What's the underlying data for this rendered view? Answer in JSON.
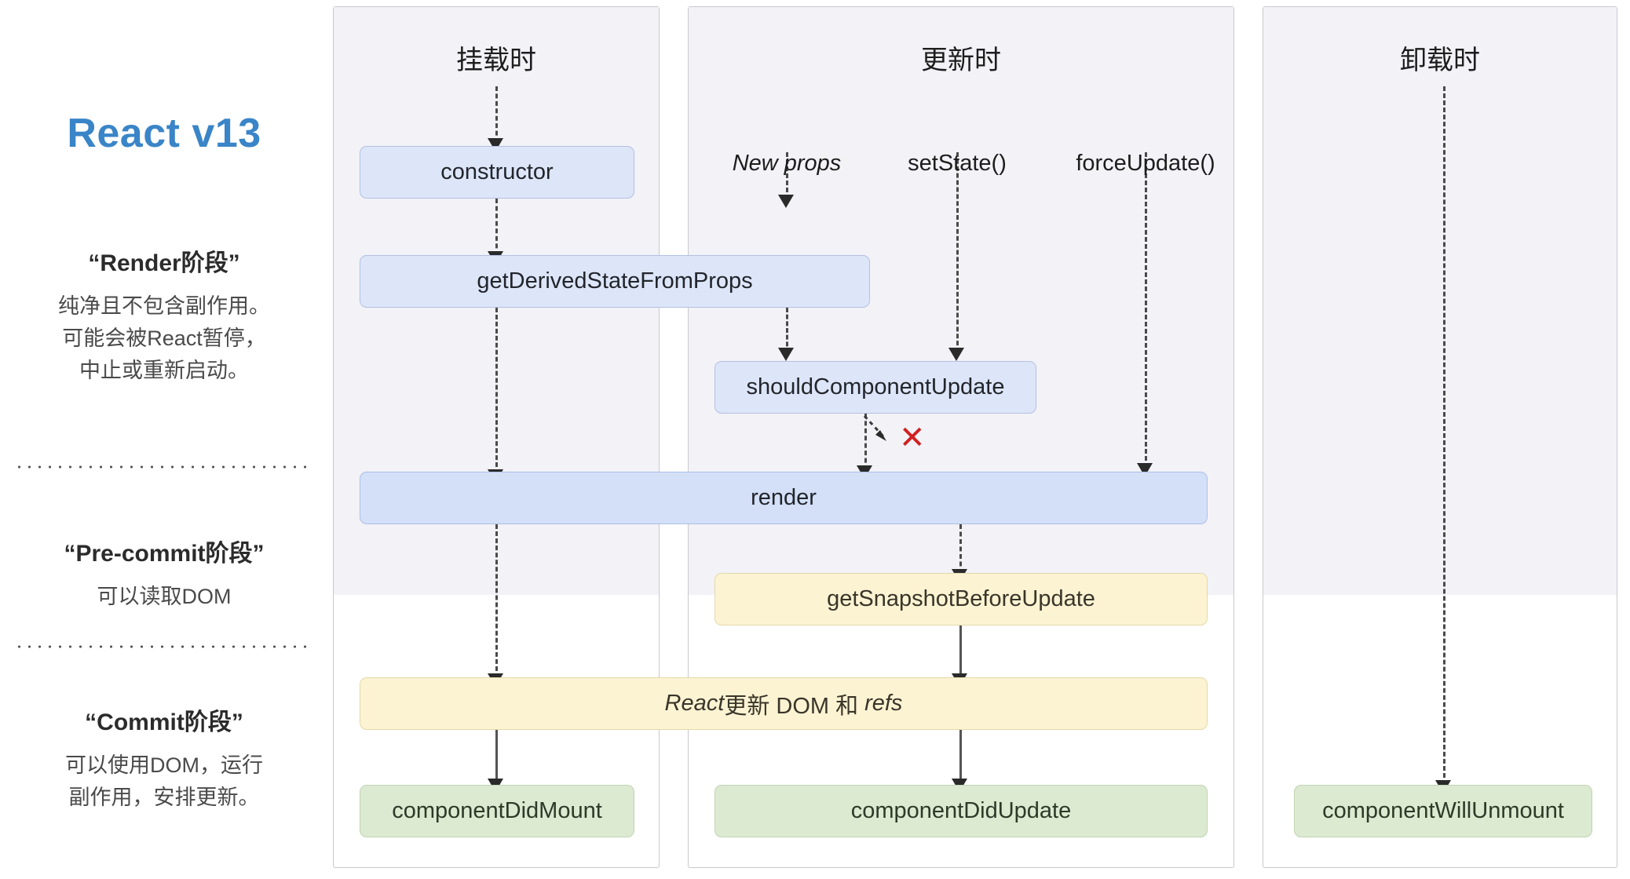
{
  "brand": {
    "title": "React v13",
    "accent": "#3a85c8"
  },
  "legend": {
    "phases": [
      {
        "title": "“Render阶段”",
        "desc": "纯净且不包含副作用。\n可能会被React暂停，\n中止或重新启动。"
      },
      {
        "title": "“Pre-commit阶段”",
        "desc": "可以读取DOM"
      },
      {
        "title": "“Commit阶段”",
        "desc": "可以使用DOM，运行\n副作用，安排更新。"
      }
    ]
  },
  "columns": [
    {
      "header": "挂载时"
    },
    {
      "header": "更新时"
    },
    {
      "header": "卸载时"
    }
  ],
  "triggers": [
    {
      "label": "New props",
      "italic": true
    },
    {
      "label": "setState()",
      "italic": false
    },
    {
      "label": "forceUpdate()",
      "italic": false
    }
  ],
  "nodes": {
    "constructor": "constructor",
    "get_derived_state": "getDerivedStateFromProps",
    "should_component_update": "shouldComponentUpdate",
    "render": "render",
    "get_snapshot": "getSnapshotBeforeUpdate",
    "react_updates_dom_pre": "React",
    "react_updates_dom_mid": "更新 DOM 和",
    "react_updates_dom_post": "refs",
    "component_did_mount": "componentDidMount",
    "component_did_update": "componentDidUpdate",
    "component_will_unmount": "componentWillUnmount"
  },
  "annotations": {
    "abort_marker": "✕"
  },
  "colors": {
    "blue_box": "#dde6f9",
    "blue_box_strong": "#d3e0f8",
    "yellow_box": "#fcf3d3",
    "green_box": "#dcead2",
    "panel_tint": "#f2f2f7",
    "abort_red": "#d02020",
    "brand_blue": "#3a85c8"
  }
}
